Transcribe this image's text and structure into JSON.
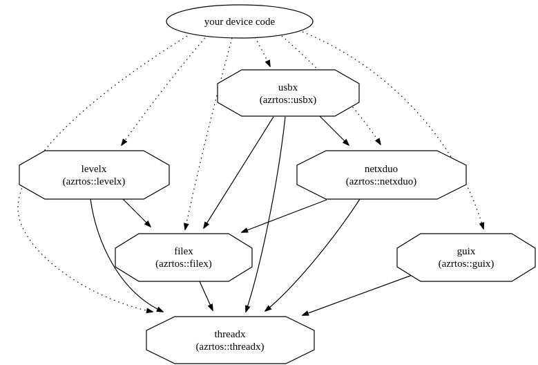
{
  "diagram": {
    "kind": "dependency-graph",
    "background_color": "#ffffff",
    "stroke_color": "#000000",
    "text_color": "#000000",
    "root_node": {
      "label": "your device code",
      "shape": "ellipse"
    },
    "nodes": [
      {
        "id": "usbx",
        "label": "usbx",
        "sublabel": "(azrtos::usbx)",
        "shape": "octagon"
      },
      {
        "id": "levelx",
        "label": "levelx",
        "sublabel": "(azrtos::levelx)",
        "shape": "octagon"
      },
      {
        "id": "netxduo",
        "label": "netxduo",
        "sublabel": "(azrtos::netxduo)",
        "shape": "octagon"
      },
      {
        "id": "filex",
        "label": "filex",
        "sublabel": "(azrtos::filex)",
        "shape": "octagon"
      },
      {
        "id": "guix",
        "label": "guix",
        "sublabel": "(azrtos::guix)",
        "shape": "octagon"
      },
      {
        "id": "threadx",
        "label": "threadx",
        "sublabel": "(azrtos::threadx)",
        "shape": "octagon"
      }
    ],
    "edges": [
      {
        "from": "your device code",
        "to": "usbx",
        "style": "dotted"
      },
      {
        "from": "your device code",
        "to": "levelx",
        "style": "dotted"
      },
      {
        "from": "your device code",
        "to": "netxduo",
        "style": "dotted"
      },
      {
        "from": "your device code",
        "to": "filex",
        "style": "dotted"
      },
      {
        "from": "your device code",
        "to": "guix",
        "style": "dotted"
      },
      {
        "from": "your device code",
        "to": "threadx",
        "style": "dotted"
      },
      {
        "from": "usbx",
        "to": "netxduo",
        "style": "solid"
      },
      {
        "from": "usbx",
        "to": "filex",
        "style": "solid"
      },
      {
        "from": "usbx",
        "to": "threadx",
        "style": "solid"
      },
      {
        "from": "levelx",
        "to": "filex",
        "style": "solid"
      },
      {
        "from": "levelx",
        "to": "threadx",
        "style": "solid"
      },
      {
        "from": "netxduo",
        "to": "filex",
        "style": "solid"
      },
      {
        "from": "netxduo",
        "to": "threadx",
        "style": "solid"
      },
      {
        "from": "filex",
        "to": "threadx",
        "style": "solid"
      },
      {
        "from": "guix",
        "to": "threadx",
        "style": "solid"
      }
    ]
  }
}
